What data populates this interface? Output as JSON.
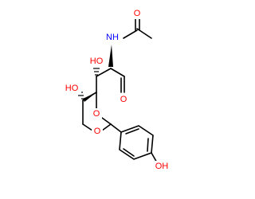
{
  "molecule": {
    "atom_labels": {
      "n_amide": "NH",
      "o_carbonyl_top": "O",
      "o_hydroxyl_upper": "HO",
      "o_aldehyde": "O",
      "o_hydroxyl_left": "HO",
      "o_ring_upper": "O",
      "o_ring_lower": "O",
      "o_phenol": "OH"
    },
    "colors": {
      "oxygen": "#ff0000",
      "nitrogen": "#0000ff",
      "carbon_bond": "#000000"
    }
  }
}
